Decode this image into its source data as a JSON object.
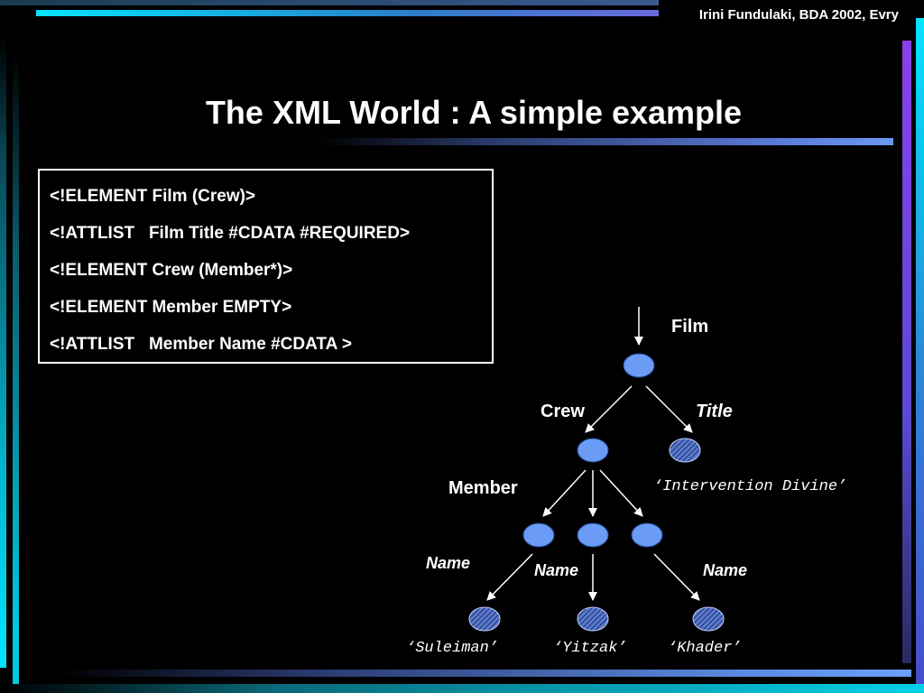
{
  "header": {
    "credit": "Irini Fundulaki, BDA 2002, Evry",
    "title": "The XML World : A simple example"
  },
  "dtd": {
    "lines": [
      "<!ELEMENT Film (Crew)>",
      "<!ATTLIST   Film Title #CDATA #REQUIRED>",
      "<!ELEMENT Crew (Member*)>",
      "<!ELEMENT Member EMPTY>",
      "<!ATTLIST   Member Name #CDATA >"
    ]
  },
  "tree": {
    "film_label": "Film",
    "crew_label": "Crew",
    "title_label": "Title",
    "member_label": "Member",
    "name_label_1": "Name",
    "name_label_2": "Name",
    "name_label_3": "Name",
    "title_value": "‘Intervention Divine’",
    "name_value_1": "‘Suleiman’",
    "name_value_2": "‘Yitzak’",
    "name_value_3": "‘Khader’"
  },
  "colors": {
    "element_node": "#6a9cf5",
    "attribute_node": "#5a7ad0"
  }
}
